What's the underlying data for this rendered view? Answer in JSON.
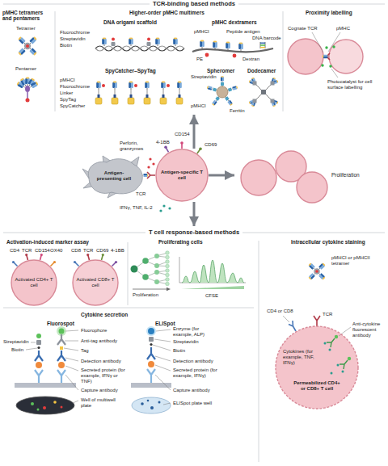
{
  "diagram": {
    "nodes": [
      {
        "text": [
          "TCR-binding based methods"
        ]
      },
      {
        "text": [
          "Antigen-presenting cell"
        ]
      },
      {
        "text": [
          "Antigen-specific T cell"
        ]
      },
      {
        "text": [
          "Proliferation"
        ]
      },
      {
        "text": [
          "T cell response-based methods"
        ]
      },
      {
        "text": [
          "Activated CD4+ T cell"
        ]
      },
      {
        "text": [
          "Activated CD8+ T cell"
        ]
      },
      {
        "text": [
          "Permeabilized CD4+ or CD8+ T cell"
        ]
      }
    ],
    "edges": [
      {
        "from": 2,
        "to": 0,
        "arrow": "to"
      },
      {
        "from": 2,
        "to": 3,
        "arrow": "to"
      },
      {
        "from": 2,
        "to": 4,
        "arrow": "to"
      }
    ],
    "labels": [
      "pMHC tetramers and pentamers",
      "Tetramer",
      "Pentamer",
      "Higher-order pMHC multimers",
      "DNA origami scaffold",
      "Fluorochrome",
      "Streptavidin",
      "Biotin",
      "pMHC dextramers",
      "pMHCI",
      "Peptide antigen",
      "PE",
      "DNA barcode",
      "Dextran",
      "SpyCatcher–SpyTag",
      "pMHCI",
      "Fluorochrome",
      "Linker",
      "SpyTag",
      "SpyCatcher",
      "Spheromer",
      "Streptavidin",
      "pMHCI",
      "Ferritin",
      "Dodecamer",
      "Proximity labelling",
      "Cognate TCR",
      "pMHC",
      "Photocatalyst for cell surface labelling",
      "Perforin, granzymes",
      "4-1BB",
      "CD154",
      "CD69",
      "TCR",
      "IFNγ, TNF, IL-2",
      "Activation-induced marker assay",
      "CD4",
      "TCR",
      "CD154",
      "OX40",
      "CD8",
      "TCR",
      "CD69",
      "4-1BB",
      "Proliferating cells",
      "Proliferation",
      "CFSE",
      "Intracellular cytokine staining",
      "pMHCI or pMHCII tetramer",
      "CD4 or CD8",
      "TCR",
      "Anti-cytokine fluorescent antibody",
      "Cytokines (for example, TNF, IFNγ)",
      "Cytokine secretion",
      "Fluorospot",
      "Streptavidin",
      "Fluorophore",
      "Anti-tag antibody",
      "Biotin",
      "Tag",
      "Detection antibody",
      "Secreted protein (for example, IFNγ or TNF)",
      "Capture antibody",
      "Well of multiwell plate",
      "ELISpot",
      "Enzyme (for example, ALP)",
      "Streptavidin",
      "Biotin",
      "Detection antibody",
      "Secreted protein (for example, IFNγ)",
      "Capture antibody",
      "ELISpot plate well"
    ]
  }
}
